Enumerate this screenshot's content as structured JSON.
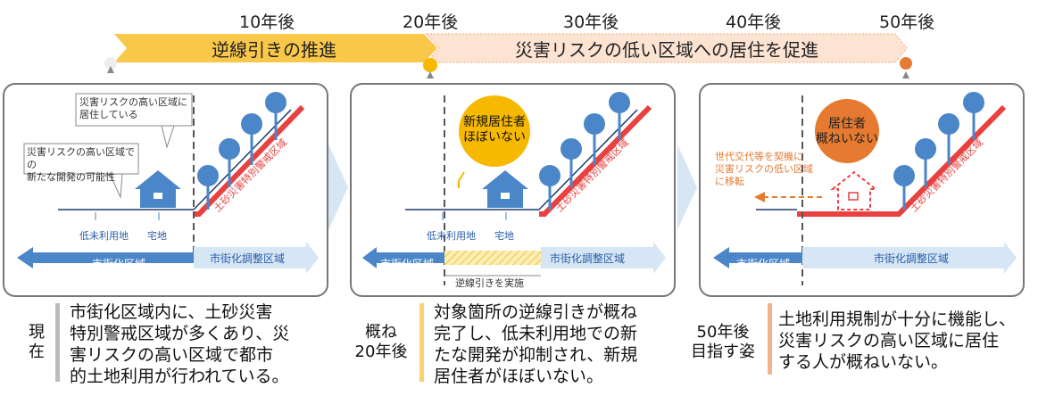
{
  "timeline": {
    "years": [
      "10年後",
      "20年後",
      "30年後",
      "40年後",
      "50年後"
    ],
    "phase1": "逆線引きの推進",
    "phase2": "災害リスクの低い区域への居住を促進"
  },
  "panel1": {
    "callout_top": [
      "災害リスクの高い区域に",
      "居住している"
    ],
    "callout_left": [
      "災害リスクの高い区域での",
      "新たな開発の可能性"
    ],
    "zone_left": "低未利用地",
    "zone_right": "宅地",
    "arrow_left": "市街化区域",
    "arrow_right": "市街化調整区域",
    "hazard_label": "土砂災害特別警戒区域"
  },
  "panel2": {
    "bubble": [
      "新規居住者",
      "ほぼいない"
    ],
    "zone_left": "低未利用地",
    "zone_right": "宅地",
    "arrow_left": "市街化区域",
    "arrow_right": "市街化調整区域",
    "hatch_label": "逆線引きを実施",
    "hazard_label": "土砂災害特別警戒区域"
  },
  "panel3": {
    "bubble": [
      "居住者",
      "概ねいない"
    ],
    "note": [
      "世代交代等を契機に",
      "災害リスクの低い区域",
      "に移転"
    ],
    "arrow_left": "市街化区域",
    "arrow_right": "市街化調整区域",
    "hazard_label": "土砂災害特別警戒区域"
  },
  "captions": [
    {
      "label": [
        "現",
        "在"
      ],
      "text": [
        "市街化区域内に、土砂災害",
        "特別警戒区域が多くあり、災",
        "害リスクの高い区域で都市",
        "的土地利用が行われている。"
      ]
    },
    {
      "label": [
        "概ね",
        "20年後"
      ],
      "text": [
        "対象箇所の逆線引きが概ね",
        "完了し、低未利用地での新",
        "たな開発が抑制され、新規",
        "居住者がほぼいない。"
      ]
    },
    {
      "label": [
        "50年後",
        "目指す姿"
      ],
      "text": [
        "土地利用規制が十分に機能し、",
        "災害リスクの高い区域に居住",
        "する人が概ねいない。"
      ]
    }
  ],
  "colors": {
    "phase1": "#f9c84a",
    "phase2": "#fde3d2",
    "hazard": "#e8413f",
    "tree": "#4a86c8",
    "house": "#4a86c8",
    "arrow_blue": "#4a86c8",
    "arrow_light": "#d6e6f5",
    "bubble_yellow": "#f7b800",
    "bubble_orange": "#e57a30"
  }
}
